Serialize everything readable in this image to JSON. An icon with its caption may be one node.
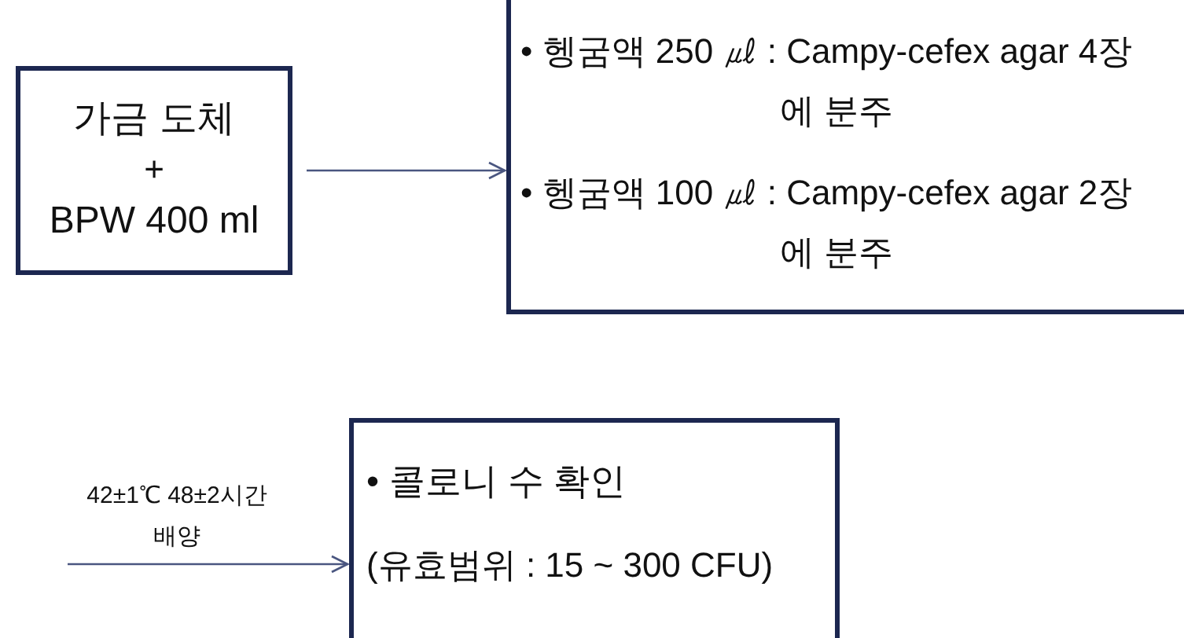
{
  "diagram": {
    "nodes": [
      {
        "text": [
          "가금 도체",
          "+",
          "BPW 400 ml"
        ]
      },
      {
        "text": [
          "• 헹굼액 250 ㎕ : Campy-cefex agar 4장에 분주",
          "• 헹굼액 100 ㎕ : Campy-cefex agar 2장에 분주"
        ]
      },
      {
        "text": [
          "• 콜로니 수 확인",
          "(유효범위 : 15 ~ 300 CFU)"
        ]
      }
    ],
    "edges": [
      {
        "from": 0,
        "to": 1,
        "arrow": "to"
      },
      {
        "from": null,
        "to": 2,
        "arrow": "to",
        "label": "42±1℃ 48±2시간배양"
      }
    ]
  }
}
